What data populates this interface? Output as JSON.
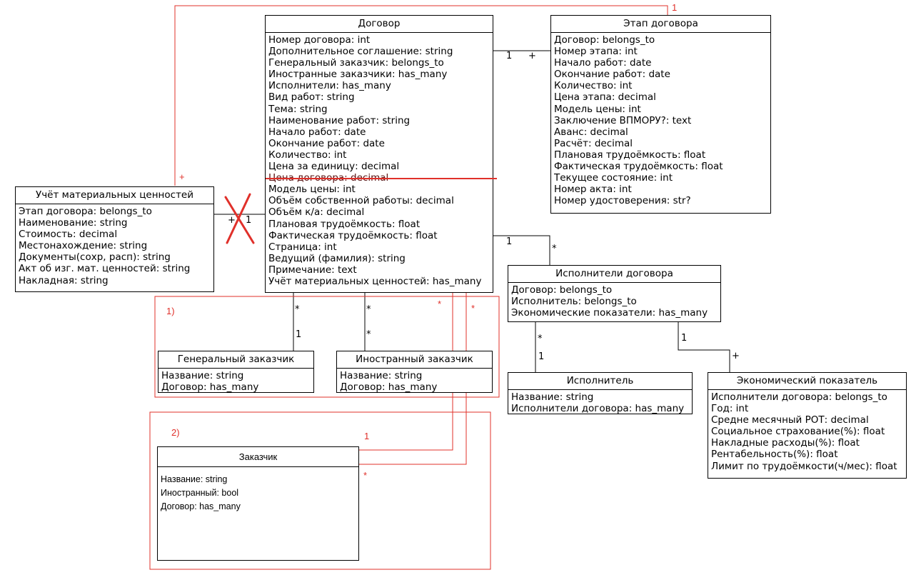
{
  "entities": {
    "contract": {
      "title": "Договор",
      "fields": [
        "Номер договора: int",
        "Дополнительное соглашение: string",
        "Генеральный заказчик: belongs_to",
        "Иностранные заказчики: has_many",
        "Исполнители: has_many",
        "Вид работ: string",
        "Тема: string",
        "Наименование работ: string",
        "Начало работ: date",
        "Окончание работ: date",
        "Количество: int",
        "Цена за единицу: decimal",
        "Цена договора: decimal",
        "Модель цены: int",
        "Объём собственной работы: decimal",
        "Объём к/а: decimal",
        "Плановая трудоёмкость: float",
        "Фактическая трудоёмкость: float",
        "Страница: int",
        "Ведущий (фамилия): string",
        "Примечание: text",
        "Учёт материальных ценностей: has_many"
      ]
    },
    "stage": {
      "title": "Этап договора",
      "fields": [
        "Договор: belongs_to",
        "Номер этапа: int",
        "Начало работ: date",
        "Окончание работ: date",
        "Количество: int",
        "Цена этапа: decimal",
        "Модель цены: int",
        "Заключение ВПМОРУ?: text",
        "Аванс: decimal",
        "Расчёт: decimal",
        "Плановая трудоёмкость: float",
        "Фактическая трудоёмкость: float",
        "Текущее состояние: int",
        "Номер акта: int",
        "Номер удостоверения: str?"
      ]
    },
    "materials": {
      "title": "Учёт материальных ценностей",
      "fields": [
        "Этап договора: belongs_to",
        "Наименование: string",
        "Стоимость: decimal",
        "Местонахождение: string",
        "Документы(сохр, расп): string",
        "Акт об изг. мат. ценностей: string",
        "Накладная: string"
      ]
    },
    "contract_executors": {
      "title": "Исполнители договора",
      "fields": [
        "Договор: belongs_to",
        "Исполнитель: belongs_to",
        "Экономические показатели: has_many"
      ]
    },
    "general_customer": {
      "title": "Генеральный заказчик",
      "fields": [
        "Название: string",
        "Договор: has_many"
      ]
    },
    "foreign_customer": {
      "title": "Иностранный заказчик",
      "fields": [
        "Название: string",
        "Договор: has_many"
      ]
    },
    "executor": {
      "title": "Исполнитель",
      "fields": [
        "Название: string",
        "Исполнители договора: has_many"
      ]
    },
    "economic_indicator": {
      "title": "Экономический показатель",
      "fields": [
        "Исполнители договора: belongs_to",
        "Год: int",
        "Средне месячный РОТ: decimal",
        "Социальное страхование(%): float",
        "Накладные расходы(%): float",
        "Рентабельность(%): float",
        "Лимит по трудоёмкости(ч/мес): float"
      ]
    },
    "customer": {
      "title": "Заказчик",
      "fields": [
        "Название: string",
        "Иностранный: bool",
        "Договор: has_many"
      ]
    }
  },
  "multiplicities": {
    "contract_stage_one": "1",
    "contract_stage_plus": "+",
    "materials_plus": "+",
    "materials_one": "1",
    "contract_exec_one": "1",
    "contract_exec_star": "*",
    "gen_star": "*",
    "gen_one": "1",
    "foreign_star_top": "*",
    "foreign_star_bottom": "*",
    "exec_star": "*",
    "exec_one": "1",
    "econ_one": "1",
    "econ_plus": "+"
  },
  "annotations": {
    "option_1": "1)",
    "option_2": "2)",
    "red_one_top": "1",
    "red_plus_materials": "+",
    "red_star_a": "*",
    "red_star_b": "*",
    "red_one_customer": "1",
    "red_star_customer": "*"
  },
  "colors": {
    "line": "#000000",
    "annotation": "#e0302a"
  }
}
